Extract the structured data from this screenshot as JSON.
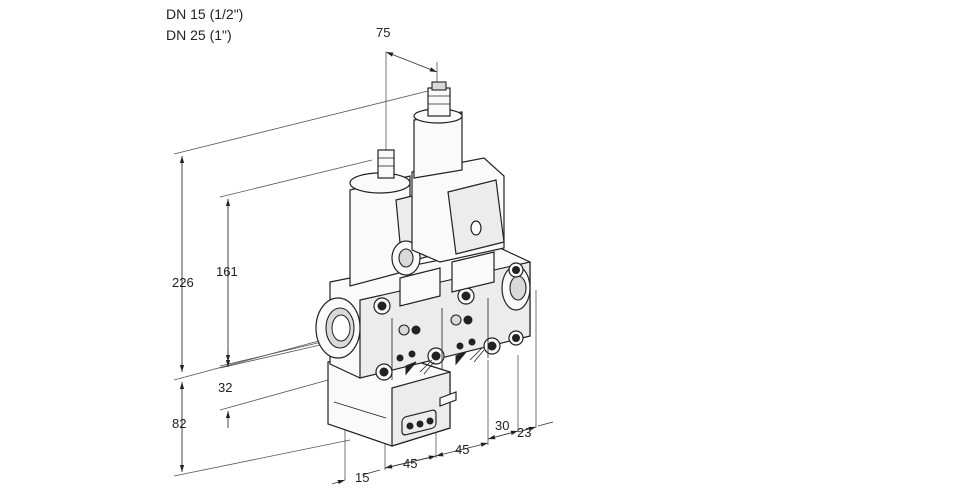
{
  "captions": [
    "DN 15 (1/2\")",
    "DN 25 (1\")"
  ],
  "dimensions": {
    "d75": "75",
    "d226": "226",
    "d161": "161",
    "d32": "32",
    "d82": "82",
    "d15": "15",
    "d45a": "45",
    "d45b": "45",
    "d30": "30",
    "d23": "23"
  }
}
